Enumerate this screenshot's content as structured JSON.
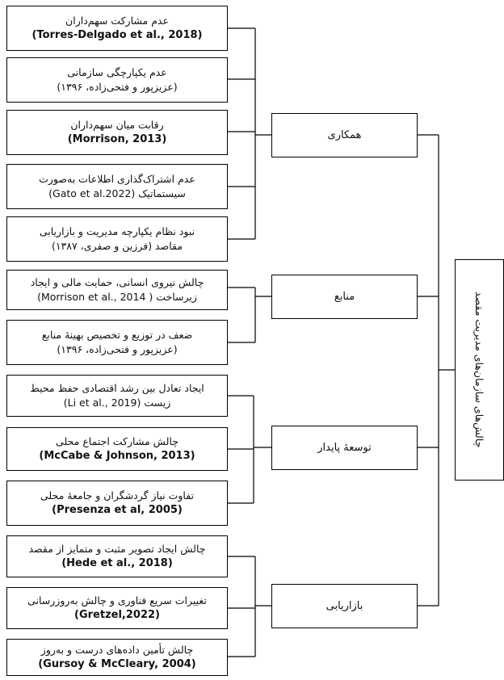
{
  "root": {
    "label": "چالش‌های سازمان‌های مدیریت مقصد"
  },
  "categories": [
    {
      "label": "همکاری",
      "items": [
        {
          "text": "عدم مشارکت سهم‌داران",
          "ref": "(Torres-Delgado et al., 2018)"
        },
        {
          "text": "عدم یکپارچگی سازمانی",
          "ref": "(عزیزپور و فتحی‌زاده، ۱۳۹۶)"
        },
        {
          "text": "رقابت میان سهم‌داران",
          "ref": "(Morrison, 2013)"
        },
        {
          "text": "عدم اشتراک‌گذاری اطلاعات به‌صورت",
          "ref": "سیستماتیک (Gato et al.2022)"
        },
        {
          "text": "نبود نظام یکپارچه مدیریت و بازاریابی",
          "ref": "مقاصد (فرزین و صفری، ۱۳۸۷)"
        }
      ]
    },
    {
      "label": "منابع",
      "items": [
        {
          "text": "چالش نیروی انسانی، حمایت مالی و ایجاد",
          "ref": "زیرساخت ( Morrison et al., 2014)"
        },
        {
          "text": "ضعف در توزیع و تخصیص بهینهٔ منابع",
          "ref": "(عزیزپور و فتحی‌زاده، ۱۳۹۶)"
        }
      ]
    },
    {
      "label": "توسعهٔ پایدار",
      "items": [
        {
          "text": "ایجاد تعادل بین رشد اقتصادی حفظ محیط",
          "ref": "زیست (Li et al., 2019)"
        },
        {
          "text": "چالش مشارکت اجتماع محلی",
          "ref": "(McCabe & Johnson, 2013)"
        },
        {
          "text": "تفاوت نیاز گردشگران و جامعهٔ محلی",
          "ref": "(Presenza et al, 2005)"
        }
      ]
    },
    {
      "label": "بازاریابی",
      "items": [
        {
          "text": "چالش ایجاد تصویر مثبت و متمایز از مقصد",
          "ref": "(Hede et al., 2018)"
        },
        {
          "text": "تغییرات سریع فناوری و چالش به‌روزرسانی",
          "ref": "(Gretzel,2022)"
        },
        {
          "text": "چالش تأمین داده‌های درست و به‌روز",
          "ref": "(Gursoy & McCleary, 2004)"
        }
      ]
    }
  ]
}
